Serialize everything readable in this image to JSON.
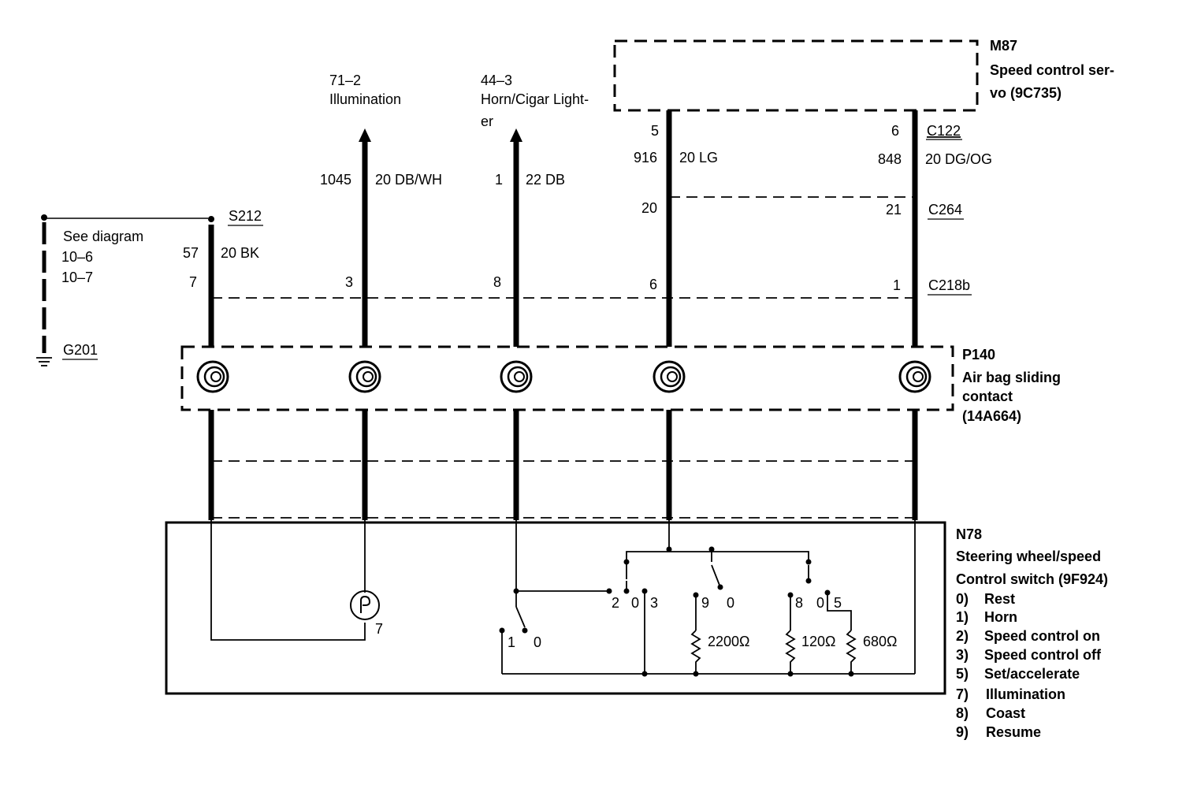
{
  "top": {
    "illum_ref": "71–2",
    "illum_name": "Illumination",
    "horn_ref": "44–3",
    "horn_name_1": "Horn/Cigar Light-",
    "horn_name_2": "er"
  },
  "m87": {
    "id": "M87",
    "name_1": "Speed control ser-",
    "name_2": "vo (9C735)"
  },
  "c122": {
    "id": "C122",
    "pin_left": "5",
    "pin_right": "6",
    "circuit_left": "916",
    "wire_left": "20 LG",
    "circuit_right": "848",
    "wire_right": "20 DG/OG"
  },
  "c264": {
    "id": "C264",
    "pin_left": "20",
    "pin_right": "21"
  },
  "c218b": {
    "id": "C218b",
    "pins": [
      "7",
      "3",
      "8",
      "6",
      "1"
    ]
  },
  "wires": {
    "illum_circuit": "1045",
    "illum_wire": "20 DB/WH",
    "horn_circuit": "1",
    "horn_wire": "22 DB",
    "gnd_circuit": "57",
    "gnd_wire": "20 BK"
  },
  "ground": {
    "splice": "S212",
    "see_1": "See diagram",
    "see_2": "10–6",
    "see_3": "10–7",
    "gnd_id": "G201"
  },
  "p140": {
    "id": "P140",
    "name_1": "Air bag sliding",
    "name_2": "contact",
    "name_3": "(14A664)"
  },
  "n78": {
    "id": "N78",
    "name_1": "Steering wheel/speed",
    "name_2": "Control switch (9F924)",
    "legend": [
      {
        "num": "0)",
        "text": "Rest"
      },
      {
        "num": "1)",
        "text": "Horn"
      },
      {
        "num": "2)",
        "text": "Speed control on"
      },
      {
        "num": "3)",
        "text": "Speed control off"
      },
      {
        "num": "5)",
        "text": "Set/accelerate"
      },
      {
        "num": "7)",
        "text": "Illumination"
      },
      {
        "num": "8)",
        "text": "Coast"
      },
      {
        "num": "9)",
        "text": "Resume"
      }
    ],
    "switch_labels": {
      "s1": "1",
      "s0a": "0",
      "s2": "2",
      "s0b": "0",
      "s3": "3",
      "s9": "9",
      "s0c": "0",
      "s8": "8",
      "s0d": "0",
      "s5": "5",
      "lamp": "7"
    },
    "resistors": {
      "r1": "2200Ω",
      "r2": "120Ω",
      "r3": "680Ω"
    }
  }
}
